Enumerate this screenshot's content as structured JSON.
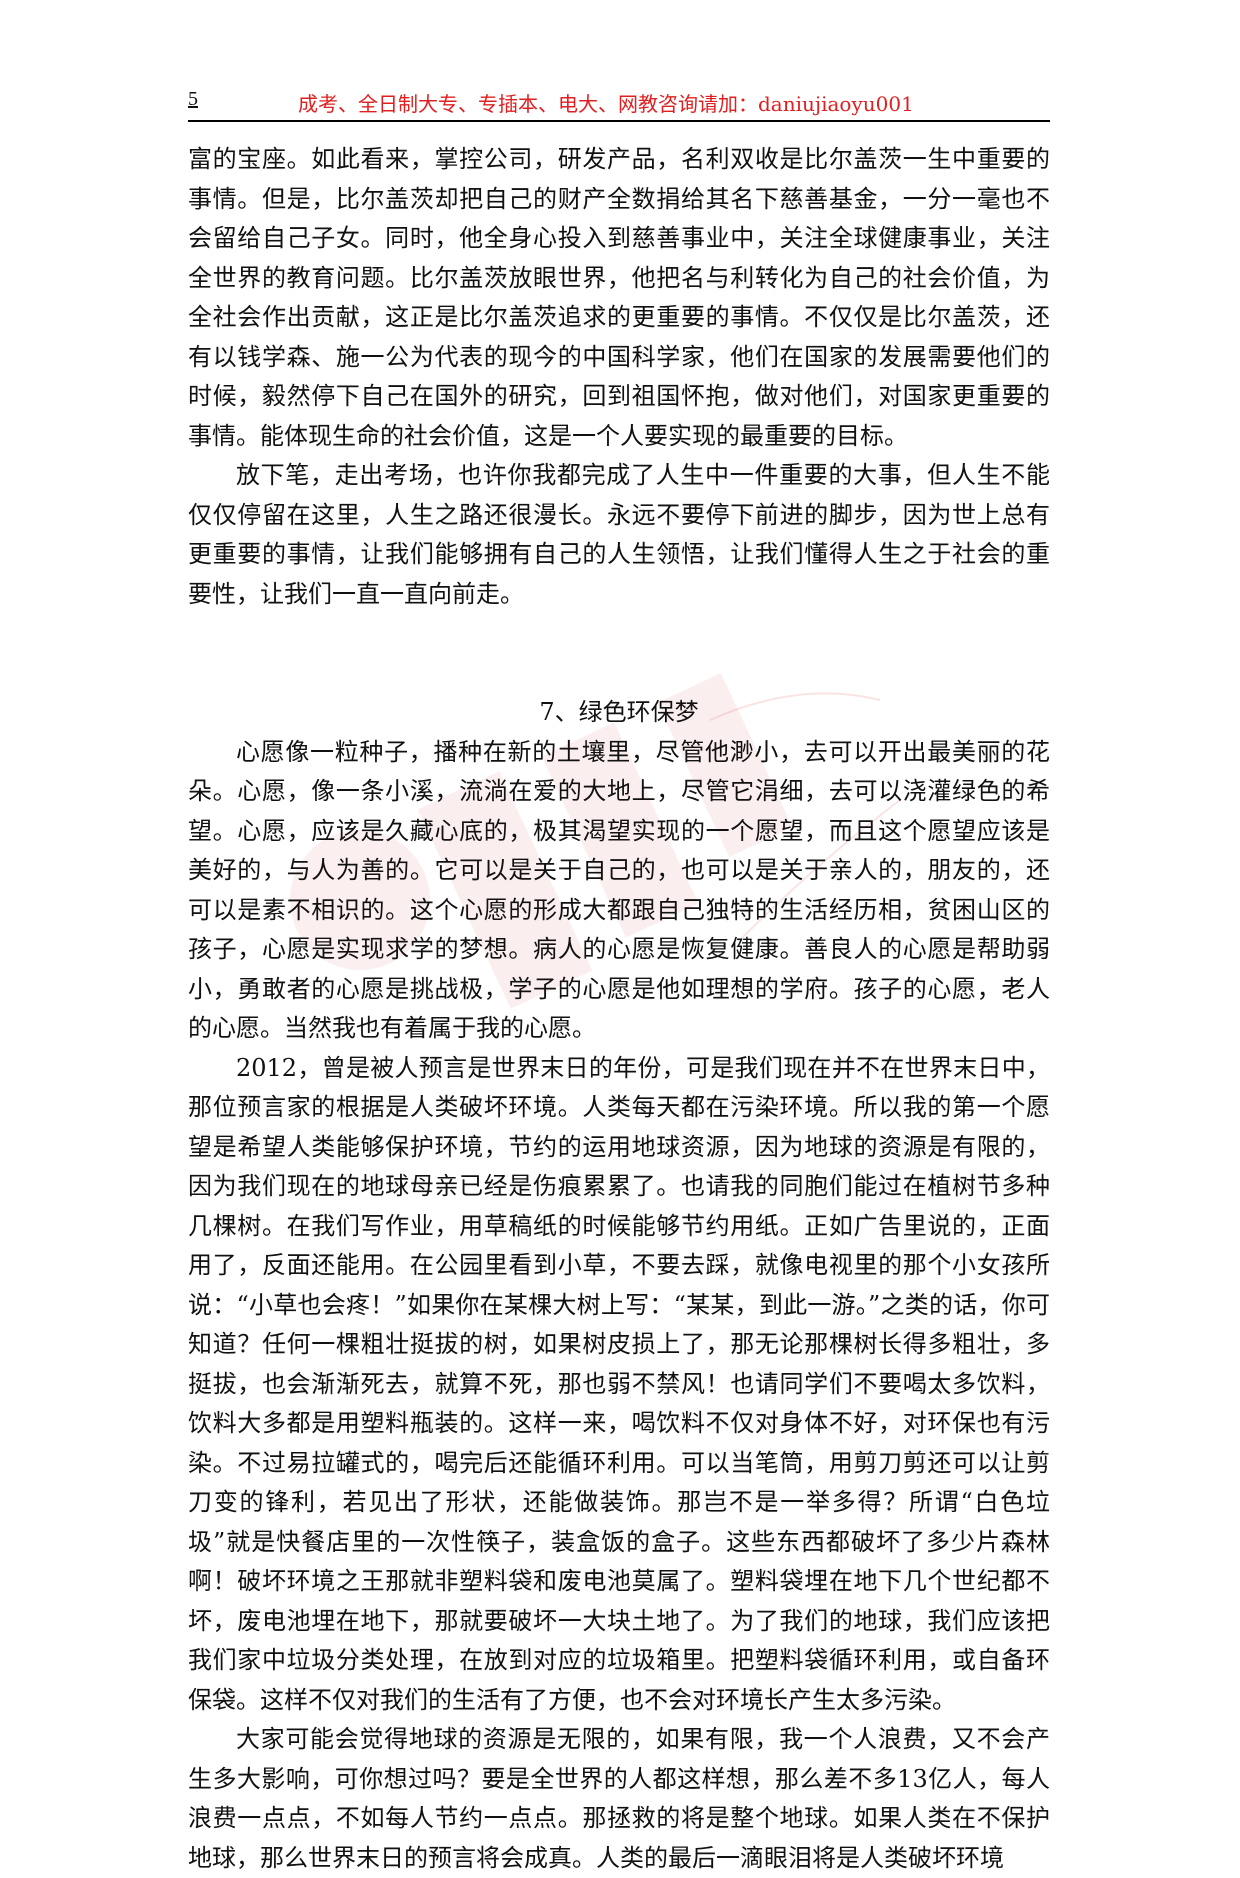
{
  "header": {
    "page_number": "5",
    "text": "成考、全日制大专、专插本、电大、网教咨询请加：daniujiaoyu001",
    "text_color": "#e02020"
  },
  "body": {
    "p1": "富的宝座。如此看来，掌控公司，研发产品，名利双收是比尔盖茨一生中重要的事情。但是，比尔盖茨却把自己的财产全数捐给其名下慈善基金，一分一毫也不会留给自己子女。同时，他全身心投入到慈善事业中，关注全球健康事业，关注全世界的教育问题。比尔盖茨放眼世界，他把名与利转化为自己的社会价值，为全社会作出贡献，这正是比尔盖茨追求的更重要的事情。不仅仅是比尔盖茨，还有以钱学森、施一公为代表的现今的中国科学家，他们在国家的发展需要他们的时候，毅然停下自己在国外的研究，回到祖国怀抱，做对他们，对国家更重要的事情。能体现生命的社会价值，这是一个人要实现的最重要的目标。",
    "p2": "放下笔，走出考场，也许你我都完成了人生中一件重要的大事，但人生不能仅仅停留在这里，人生之路还很漫长。永远不要停下前进的脚步，因为世上总有更重要的事情，让我们能够拥有自己的人生领悟，让我们懂得人生之于社会的重要性，让我们一直一直向前走。",
    "section_title": "7、绿色环保梦",
    "p3": "心愿像一粒种子，播种在新的土壤里，尽管他渺小，去可以开出最美丽的花朵。心愿，像一条小溪，流淌在爱的大地上，尽管它涓细，去可以浇灌绿色的希望。心愿，应该是久藏心底的，极其渴望实现的一个愿望，而且这个愿望应该是美好的，与人为善的。它可以是关于自己的，也可以是关于亲人的，朋友的，还可以是素不相识的。这个心愿的形成大都跟自己独特的生活经历相，贫困山区的孩子，心愿是实现求学的梦想。病人的心愿是恢复健康。善良人的心愿是帮助弱小，勇敢者的心愿是挑战极，学子的心愿是他如理想的学府。孩子的心愿，老人的心愿。当然我也有着属于我的心愿。",
    "p4": "2012，曾是被人预言是世界末日的年份，可是我们现在并不在世界末日中，那位预言家的根据是人类破坏环境。人类每天都在污染环境。所以我的第一个愿望是希望人类能够保护环境，节约的运用地球资源，因为地球的资源是有限的，因为我们现在的地球母亲已经是伤痕累累了。也请我的同胞们能过在植树节多种几棵树。在我们写作业，用草稿纸的时候能够节约用纸。正如广告里说的，正面用了，反面还能用。在公园里看到小草，不要去踩，就像电视里的那个小女孩所说：“小草也会疼！”如果你在某棵大树上写：“某某，到此一游。”之类的话，你可知道？任何一棵粗壮挺拔的树，如果树皮损上了，那无论那棵树长得多粗壮，多挺拔，也会渐渐死去，就算不死，那也弱不禁风！也请同学们不要喝太多饮料，饮料大多都是用塑料瓶装的。这样一来，喝饮料不仅对身体不好，对环保也有污染。不过易拉罐式的，喝完后还能循环利用。可以当笔筒，用剪刀剪还可以让剪刀变的锋利，若见出了形状，还能做装饰。那岂不是一举多得？所谓“白色垃圾”就是快餐店里的一次性筷子，装盒饭的盒子。这些东西都破坏了多少片森林啊！破坏环境之王那就非塑料袋和废电池莫属了。塑料袋埋在地下几个世纪都不坏，废电池埋在地下，那就要破坏一大块土地了。为了我们的地球，我们应该把我们家中垃圾分类处理，在放到对应的垃圾箱里。把塑料袋循环利用，或自备环保袋。这样不仅对我们的生活有了方便，也不会对环境长产生太多污染。",
    "p5": "大家可能会觉得地球的资源是无限的，如果有限，我一个人浪费，又不会产生多大影响，可你想过吗？要是全世界的人都这样想，那么差不多13亿人，每人浪费一点点，不如每人节约一点点。那拯救的将是整个地球。如果人类在不保护地球，那么世界末日的预言将会成真。人类的最后一滴眼泪将是人类破坏环境"
  }
}
